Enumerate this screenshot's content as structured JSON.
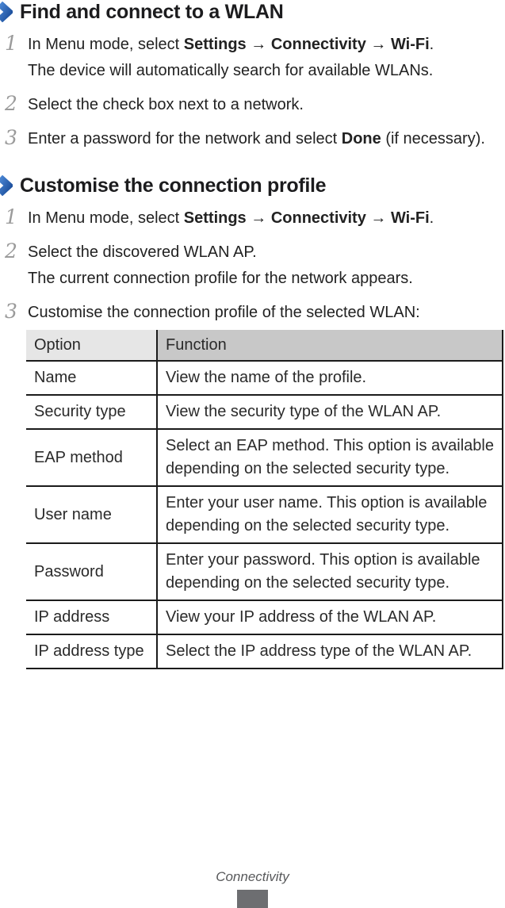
{
  "colors": {
    "accent-blue": "#2b65b2",
    "accent-blue-dark": "#1c4f9c",
    "number-gray": "#9b9b9b",
    "th-light": "#e6e6e6",
    "th-dark": "#c8c8c8",
    "border-dark": "#1b1b1b",
    "footer-text": "#58595b",
    "box-gray": "#6d6e71"
  },
  "sections": [
    {
      "title": "Find and connect to a WLAN",
      "steps": [
        {
          "num": "1",
          "segments": [
            {
              "t": "In Menu mode, select ",
              "b": false
            },
            {
              "t": "Settings",
              "b": true
            },
            {
              "t": " → ",
              "b": false
            },
            {
              "t": "Connectivity",
              "b": true
            },
            {
              "t": " → ",
              "b": false
            },
            {
              "t": "Wi-Fi",
              "b": true
            },
            {
              "t": ".",
              "b": false
            }
          ],
          "continuation": "The device will automatically search for available WLANs."
        },
        {
          "num": "2",
          "segments": [
            {
              "t": "Select the check box next to a network.",
              "b": false
            }
          ]
        },
        {
          "num": "3",
          "segments": [
            {
              "t": "Enter a password for the network and select ",
              "b": false
            },
            {
              "t": "Done",
              "b": true
            },
            {
              "t": " (if necessary).",
              "b": false
            }
          ]
        }
      ]
    },
    {
      "title": "Customise the connection profile",
      "steps": [
        {
          "num": "1",
          "segments": [
            {
              "t": "In Menu mode, select ",
              "b": false
            },
            {
              "t": "Settings",
              "b": true
            },
            {
              "t": " → ",
              "b": false
            },
            {
              "t": "Connectivity",
              "b": true
            },
            {
              "t": " → ",
              "b": false
            },
            {
              "t": "Wi-Fi",
              "b": true
            },
            {
              "t": ".",
              "b": false
            }
          ]
        },
        {
          "num": "2",
          "segments": [
            {
              "t": "Select the discovered WLAN AP.",
              "b": false
            }
          ],
          "continuation": "The current connection profile for the network appears."
        },
        {
          "num": "3",
          "segments": [
            {
              "t": "Customise the connection profile of the selected WLAN:",
              "b": false
            }
          ]
        }
      ]
    }
  ],
  "table": {
    "headers": [
      "Option",
      "Function"
    ],
    "rows": [
      {
        "option": "Name",
        "function": "View the name of the profile."
      },
      {
        "option": "Security type",
        "function": "View the security type of the WLAN AP."
      },
      {
        "option": "EAP method",
        "function": "Select an EAP method. This option is available depending on the selected security type."
      },
      {
        "option": "User name",
        "function": "Enter your user name. This option is available depending on the selected security type."
      },
      {
        "option": "Password",
        "function": "Enter your password. This option is available depending on the selected security type."
      },
      {
        "option": "IP address",
        "function": "View your IP address of the WLAN AP."
      },
      {
        "option": "IP address type",
        "function": "Select the IP address type of the WLAN AP."
      }
    ]
  },
  "footer": {
    "label": "Connectivity"
  }
}
